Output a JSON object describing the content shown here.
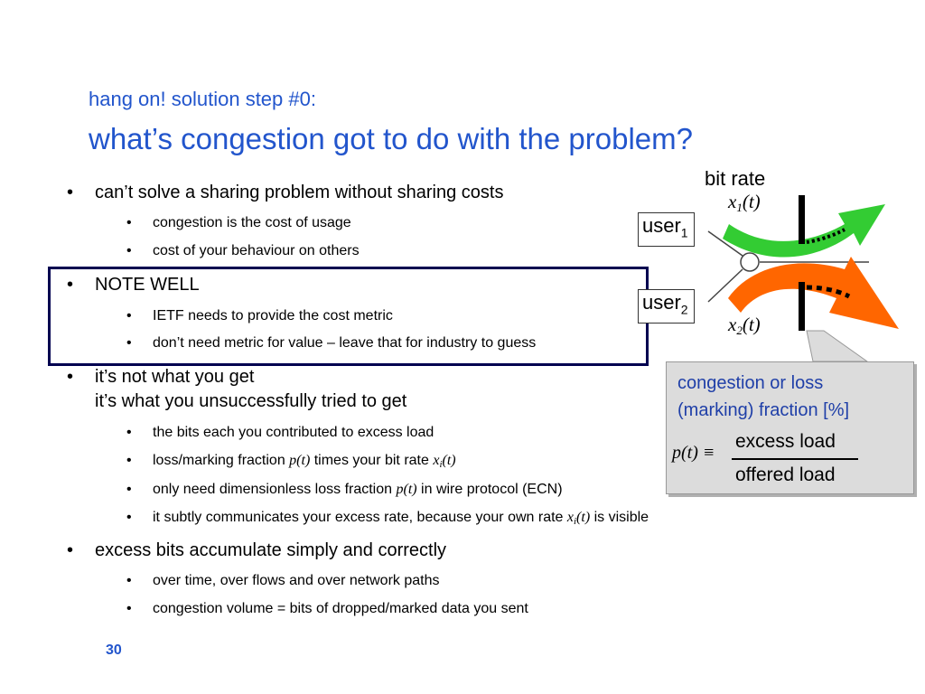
{
  "title": {
    "line1": "hang on! solution step #0:",
    "line2": "what’s congestion got to do with the problem?"
  },
  "bullets": {
    "b1": "can’t solve a sharing problem without sharing costs",
    "b1_sub": [
      "congestion is the cost of usage",
      "cost of your behaviour on others"
    ],
    "b2": "NOTE WELL",
    "b2_sub": [
      "IETF needs to provide the cost metric",
      "don’t need metric for value – leave that for industry to guess"
    ],
    "b3_line1": "it’s not what you get",
    "b3_line2": "it’s what you unsuccessfully tried to get",
    "b3_sub1": "the bits each you contributed to excess load",
    "b3_sub2_pre": "loss/marking fraction ",
    "b3_sub2_math1": "p(t)",
    "b3_sub2_mid": " times your bit rate ",
    "b3_sub2_math2": "x",
    "b3_sub2_math2_sub": "i",
    "b3_sub2_math2_post": "(t)",
    "b3_sub3_pre": "only need dimensionless loss fraction ",
    "b3_sub3_math": "p(t)",
    "b3_sub3_post": " in wire protocol (ECN)",
    "b3_sub4_pre": "it subtly communicates your excess rate, because your own rate ",
    "b3_sub4_math": "x",
    "b3_sub4_math_sub": "i",
    "b3_sub4_math_post": "(t)",
    "b3_sub4_post": " is visible",
    "b4": "excess bits accumulate simply and correctly",
    "b4_sub": [
      "over time, over flows and over network paths",
      "congestion volume = bits of dropped/marked data you sent"
    ]
  },
  "bullet_glyph": "•",
  "diagram": {
    "bit_rate": "bit rate",
    "user1": "user",
    "user1_sub": "1",
    "user2": "user",
    "user2_sub": "2",
    "x1": "x",
    "x1_sub": "1",
    "x1_post": "(t)",
    "x2": "x",
    "x2_sub": "2",
    "x2_post": "(t)",
    "congestion_text_line1": "congestion or loss",
    "congestion_text_line2": "(marking) fraction [%]",
    "formula_lhs": "p(t) ≡",
    "formula_numerator": "excess load",
    "formula_denominator": "offered load"
  },
  "page_number": "30",
  "colors": {
    "title": "#2255cc",
    "green_arrow": "#33cc33",
    "orange_arrow": "#ff6600",
    "box_border": "#000050",
    "callout_bg": "#dcdcdc",
    "callout_text": "#1f3fa8"
  }
}
